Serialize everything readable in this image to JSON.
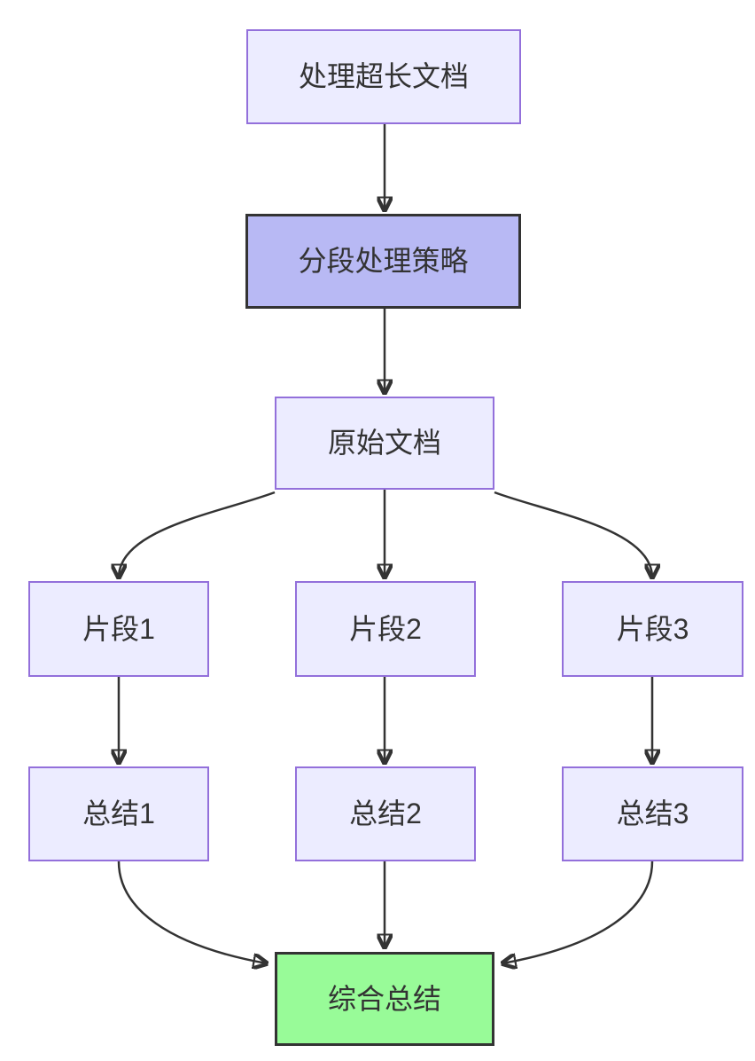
{
  "diagram": {
    "type": "flowchart",
    "direction": "top-down",
    "nodes": {
      "start": {
        "label": "处理超长文档"
      },
      "strategy": {
        "label": "分段处理策略"
      },
      "original": {
        "label": "原始文档"
      },
      "fragment1": {
        "label": "片段1"
      },
      "fragment2": {
        "label": "片段2"
      },
      "fragment3": {
        "label": "片段3"
      },
      "summary1": {
        "label": "总结1"
      },
      "summary2": {
        "label": "总结2"
      },
      "summary3": {
        "label": "总结3"
      },
      "final": {
        "label": "综合总结"
      }
    },
    "edges": [
      {
        "from": "start",
        "to": "strategy"
      },
      {
        "from": "strategy",
        "to": "original"
      },
      {
        "from": "original",
        "to": "fragment1"
      },
      {
        "from": "original",
        "to": "fragment2"
      },
      {
        "from": "original",
        "to": "fragment3"
      },
      {
        "from": "fragment1",
        "to": "summary1"
      },
      {
        "from": "fragment2",
        "to": "summary2"
      },
      {
        "from": "fragment3",
        "to": "summary3"
      },
      {
        "from": "summary1",
        "to": "final"
      },
      {
        "from": "summary2",
        "to": "final"
      },
      {
        "from": "summary3",
        "to": "final"
      }
    ],
    "colors": {
      "node_fill": "#ECECFF",
      "node_border": "#9370DB",
      "strategy_fill": "#B8B9F4",
      "strategy_border": "#333333",
      "final_fill": "#98FB98",
      "final_border": "#333333",
      "edge": "#333333",
      "text": "#333333"
    }
  }
}
